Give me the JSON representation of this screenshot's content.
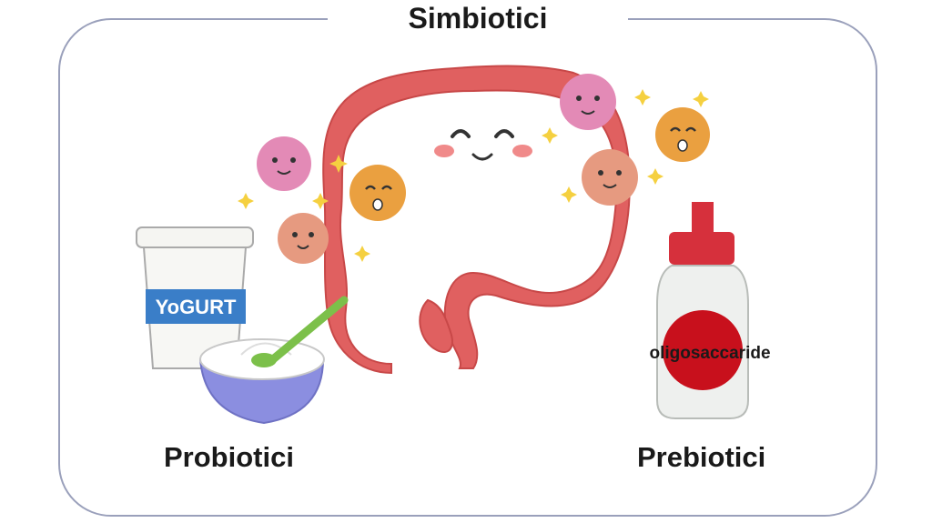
{
  "title": "Simbiotici",
  "probiotic_label": "Probiotici",
  "prebiotic_label": "Prebiotici",
  "yogurt_text": "YoGURT",
  "bottle_label": "oligosaccaride",
  "colors": {
    "frame": "#9aa0bb",
    "intestine": "#e06060",
    "yogurt_band": "#3a7ec8",
    "bowl": "#8b8ee0",
    "spoon": "#7cc04a",
    "cap": "#d6303c",
    "bottle_dot": "#c8101c",
    "bacteria_pink": "#e38ab6",
    "bacteria_orange": "#eaa040",
    "bacteria_salmon": "#e69a80",
    "sparkle": "#f5d040"
  },
  "icons": [
    "intestine-icon",
    "yogurt-cup-icon",
    "yogurt-bowl-icon",
    "prebiotic-bottle-icon",
    "bacteria-icon",
    "sparkle-icon"
  ]
}
